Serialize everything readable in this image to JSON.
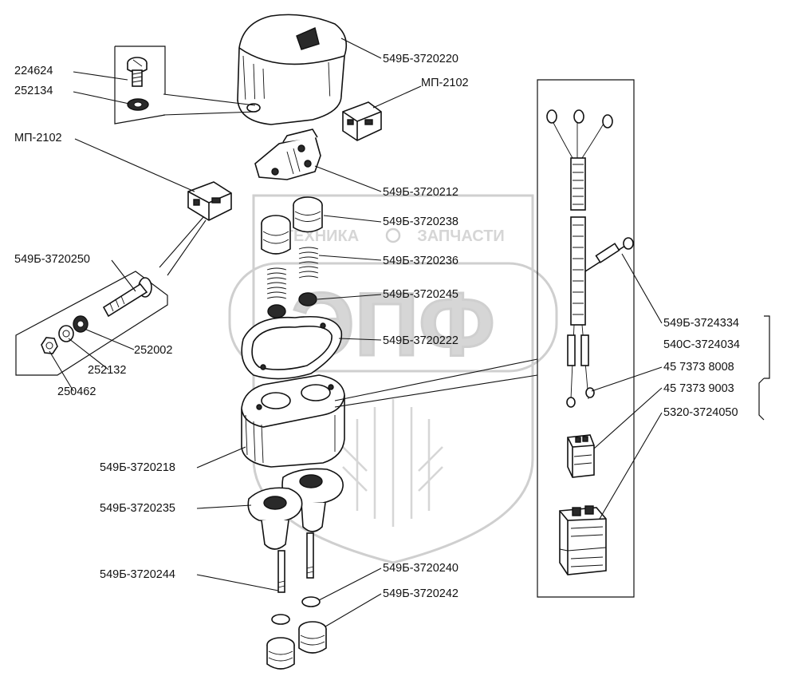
{
  "watermark": {
    "brand_letters": "ЭПФ",
    "line_left": "ТЕХНИКА",
    "line_right": "ЗАПЧАСТИ"
  },
  "labels": {
    "p224624": "224624",
    "p252134": "252134",
    "mp2102_left": "МП-2102",
    "p549b_3720250": "549Б-3720250",
    "p252002": "252002",
    "p252132": "252132",
    "p250462": "250462",
    "p549b_3720220": "549Б-3720220",
    "mp2102_right": "МП-2102",
    "p549b_3720212": "549Б-3720212",
    "p549b_3720238": "549Б-3720238",
    "p549b_3720236": "549Б-3720236",
    "p549b_3720245": "549Б-3720245",
    "p549b_3720222": "549Б-3720222",
    "p549b_3720218": "549Б-3720218",
    "p549b_3720235": "549Б-3720235",
    "p549b_3720244": "549Б-3720244",
    "p549b_3720240": "549Б-3720240",
    "p549b_3720242": "549Б-3720242",
    "p549b_3724334": "549Б-3724334",
    "p540c_3724034": "540С-3724034",
    "p45_7373_8008": "45 7373 8008",
    "p45_7373_9003": "45 7373 9003",
    "p5320_3724050": "5320-3724050"
  }
}
